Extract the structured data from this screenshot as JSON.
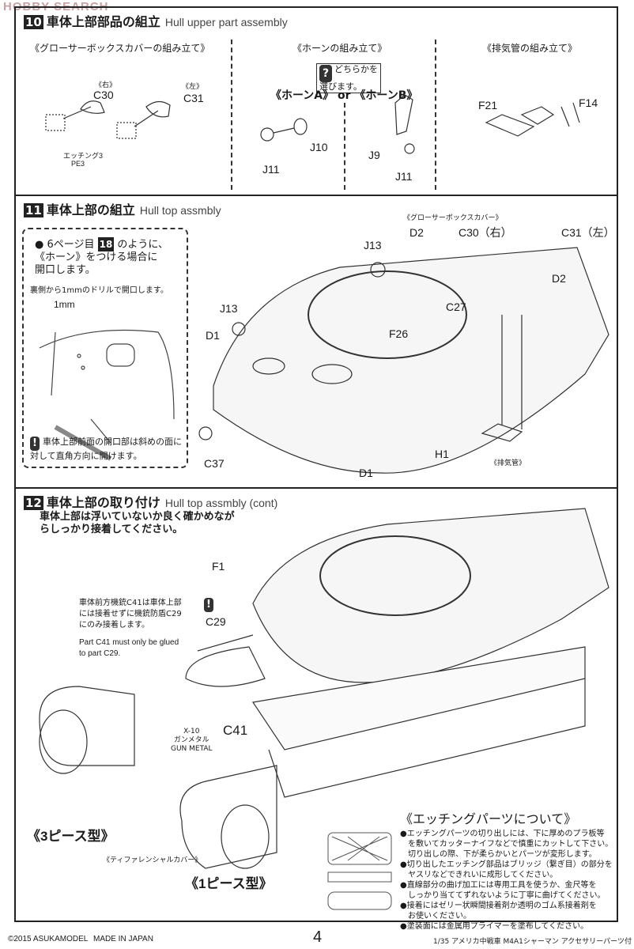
{
  "watermark": "HOBBY SEARCH",
  "step10": {
    "number": "10",
    "title": "車体上部部品の組立",
    "title_en": "Hull upper part assembly",
    "sections": {
      "grouser": "《グローサーボックスカバーの組み立て》",
      "horn": "《ホーンの組み立て》",
      "exhaust": "《排気管の組み立て》"
    },
    "choice_note": "どちらかを\n選びます。",
    "horn_options": "《ホーンA》 or 《ホーンB》",
    "labels": {
      "right": "《右》",
      "c30": "C30",
      "left": "《左》",
      "c31": "C31",
      "pe": "エッチング3",
      "pe_en": "PE3",
      "j10": "J10",
      "j11a": "J11",
      "j9": "J9",
      "j11b": "J11",
      "f21": "F21",
      "f14": "F14"
    }
  },
  "step11": {
    "number": "11",
    "title": "車体上部の組立",
    "title_en": "Hull top assmbly",
    "note_box": {
      "bullet_line1": "6ページ目",
      "ref_step": "18",
      "bullet_line1b": "のように、",
      "bullet_line2": "《ホーン》をつける場合に",
      "bullet_line3": "開口します。",
      "drill": "裏側から1mmのドリルで開口します。",
      "mm": "1mm",
      "caution": "車体上部前面の開口部は斜めの面に\n対して直角方向に開けます。"
    },
    "labels": {
      "grouser_cover": "《グローサーボックスカバー》",
      "j13a": "J13",
      "d2a": "D2",
      "c30r": "C30（右）",
      "c31l": "C31（左）",
      "j13b": "J13",
      "d1a": "D1",
      "f26": "F26",
      "c27": "C27",
      "d2b": "D2",
      "c37": "C37",
      "d1b": "D1",
      "h1": "H1",
      "exhaust": "《排気管》"
    }
  },
  "step12": {
    "number": "12",
    "title": "車体上部の取り付け",
    "title_en": "Hull top assmbly (cont)",
    "instruction": "車体上部は浮いていないか良く確かめなが\nらしっかり接着してください。",
    "c41_note_ja": "車体前方機銃C41は車体上部\nには接着せずに機銃防盾C29\nにのみ接着します。",
    "c41_note_en": "Part C41 must only be glued\nto part C29.",
    "paint": {
      "code": "X-10",
      "name_ja": "ガンメタル",
      "name_en": "GUN METAL"
    },
    "labels": {
      "f1": "F1",
      "c29": "C29",
      "c41": "C41",
      "three_piece": "《3ピース型》",
      "diff_cover": "《ティファレンシャルカバー》",
      "one_piece": "《1ピース型》"
    },
    "etching": {
      "title": "《エッチングパーツについて》",
      "items": [
        "●エッチングパーツの切り出しには、下に厚めのプラ板等\n　を敷いてカッターナイフなどで慎重にカットして下さい。\n　切り出しの際、下が柔らかいとパーツが変形します。",
        "●切り出したエッチング部品はブリッジ（繋ぎ目）の部分を\n　ヤスリなどできれいに成形してください。",
        "●直線部分の曲げ加工には専用工具を使うか、金尺等を\n　しっかり当ててずれないように丁寧に曲げてください。",
        "●接着にはゼリー状瞬間接着剤か透明のゴム系接着剤を\n　お使いください。",
        "●塗装面には金属用プライマーを塗布してください。"
      ]
    }
  },
  "footer": {
    "copyright": "©2015 ASUKAMODEL",
    "made_in": "MADE IN JAPAN",
    "page": "4",
    "product": "1/35 アメリカ中戦車 M4A1シャーマン アクセサリーパーツ付"
  }
}
